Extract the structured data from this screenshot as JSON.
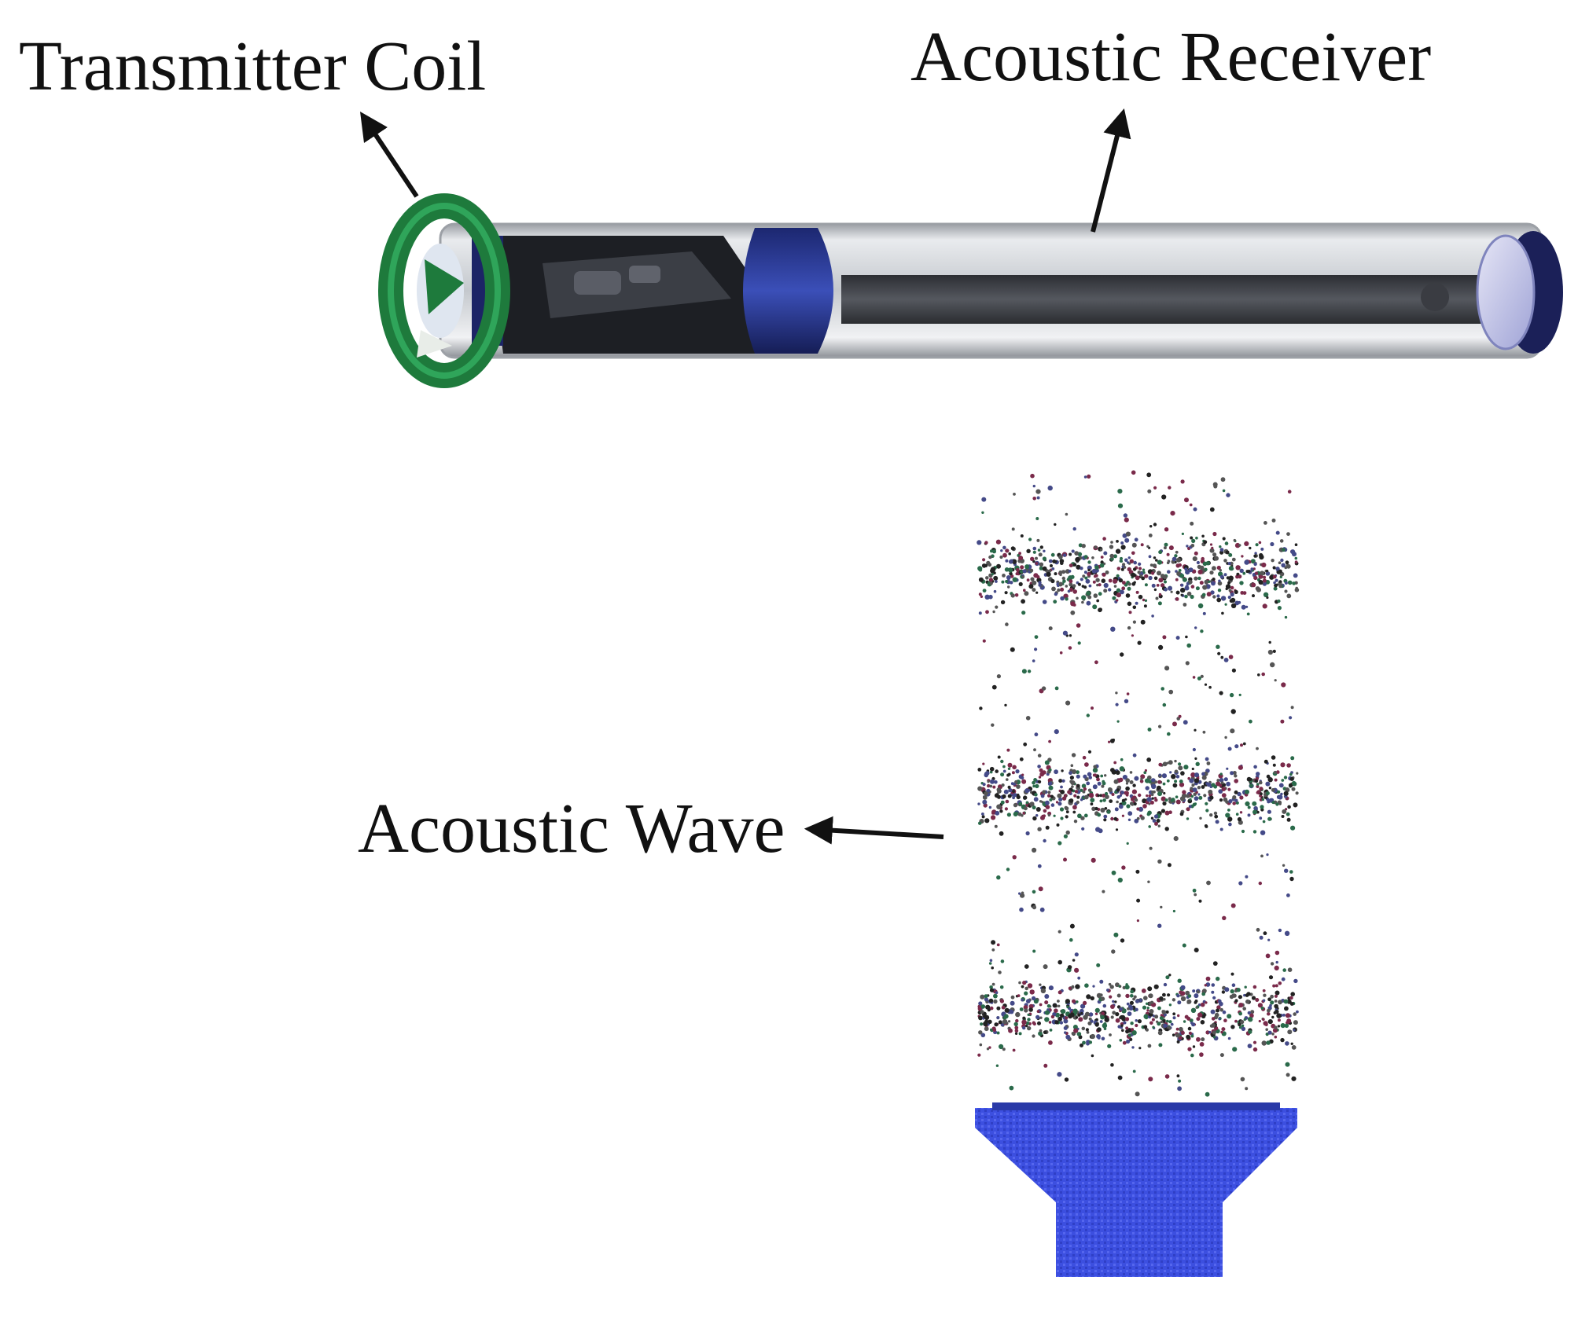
{
  "labels": {
    "transmitter_coil": "Transmitter Coil",
    "acoustic_receiver": "Acoustic Receiver",
    "acoustic_wave": "Acoustic Wave"
  },
  "colors": {
    "coil": "#1e7a3c",
    "tube_glass": "#c9ccd0",
    "end_cap": "#1e2a6e",
    "speaker": "#3a4fd8",
    "text": "#111111"
  },
  "icons": [
    "arrow-icon",
    "speaker-icon",
    "capsule-device-icon"
  ]
}
